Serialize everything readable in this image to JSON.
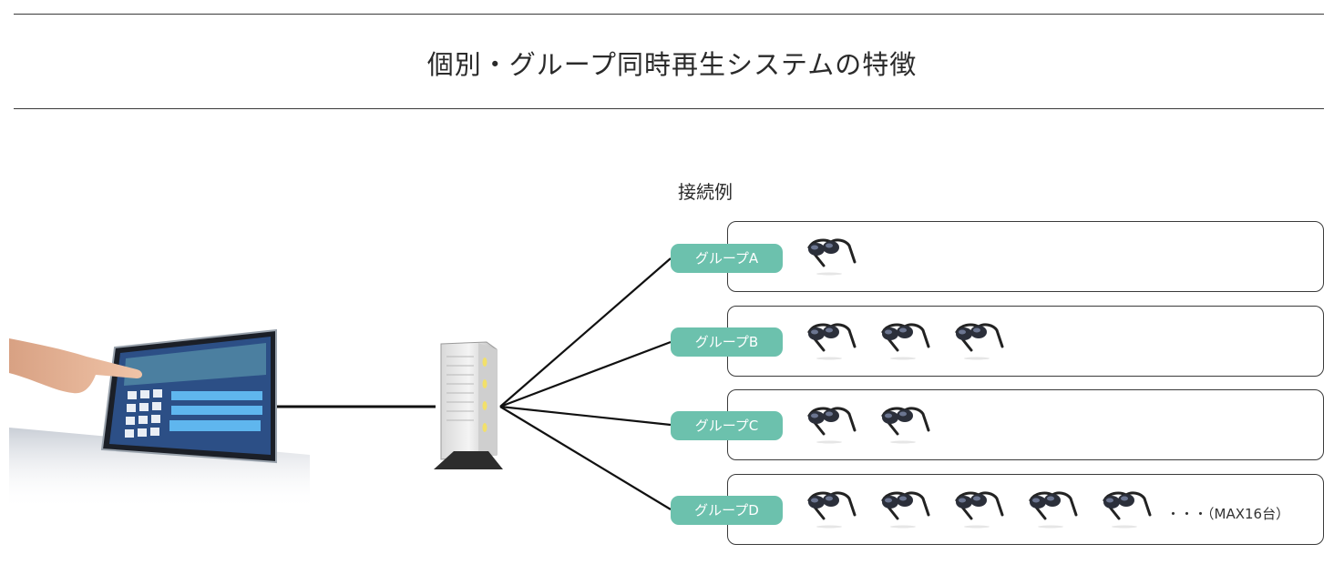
{
  "header": {
    "title": "個別・グループ同時再生システムの特徴"
  },
  "diagram": {
    "example_label": "接続例",
    "groups": [
      {
        "label": "グループA",
        "device_count": 1
      },
      {
        "label": "グループB",
        "device_count": 3
      },
      {
        "label": "グループC",
        "device_count": 2
      },
      {
        "label": "グループD",
        "device_count": 5,
        "more_text": "・・・（MAX16台）"
      }
    ],
    "icons": {
      "controller": "touch-panel-icon",
      "hub": "server-icon",
      "device": "vr-goggles-icon"
    },
    "colors": {
      "group_pill": "#6cc1ad",
      "line": "#111111"
    }
  }
}
